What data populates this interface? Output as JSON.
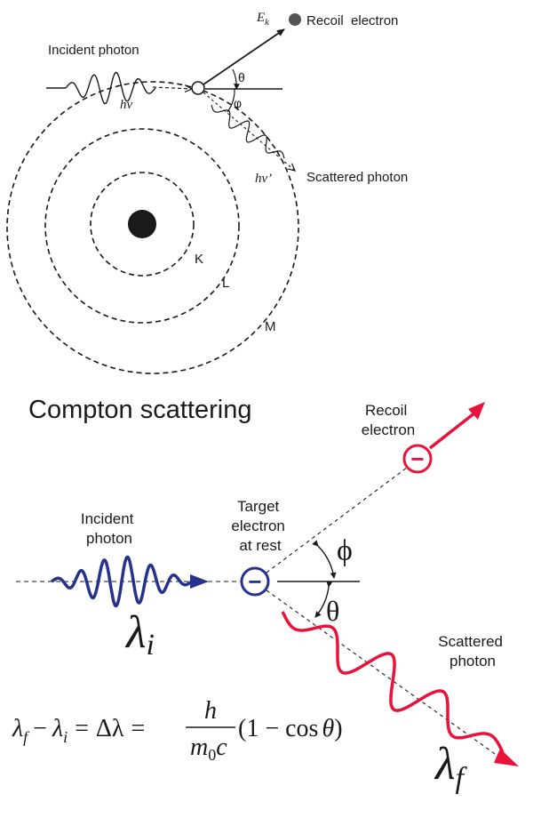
{
  "top": {
    "incident_photon": "Incident photon",
    "hv": "hv",
    "theta": "θ",
    "phi": "φ",
    "ek_main": "E",
    "ek_sub": "k",
    "recoil_electron": "Recoil  electron",
    "hv_prime": "hv’",
    "scattered_photon": "Scattered photon",
    "shell_k": "K",
    "shell_l": "L",
    "shell_m": "M"
  },
  "bottom": {
    "title": "Compton scattering",
    "recoil_line1": "Recoil",
    "recoil_line2": "electron",
    "incident_line1": "Incident",
    "incident_line2": "photon",
    "target_line1": "Target",
    "target_line2": "electron",
    "target_line3": "at rest",
    "phi": "ϕ",
    "theta": "θ",
    "lambda_i": "λ",
    "lambda_i_sub": "i",
    "lambda_f": "λ",
    "lambda_f_sub": "f",
    "scattered_line1": "Scattered",
    "scattered_line2": "photon",
    "electron_symbol": "−",
    "formula": {
      "lhs_lambda_f": "λ",
      "lhs_f": "f",
      "minus": "−",
      "lhs_lambda_i": "λ",
      "lhs_i": "i",
      "eq1": "=",
      "delta_lambda": "Δλ",
      "eq2": "=",
      "numerator": "h",
      "den_m": "m",
      "den_0": "0",
      "den_c": "c",
      "paren": "(1 − cos",
      "theta": "θ",
      "close": ")"
    }
  },
  "colors": {
    "ink": "#1a1a1a",
    "blue": "#25338f",
    "red": "#e8123a"
  }
}
